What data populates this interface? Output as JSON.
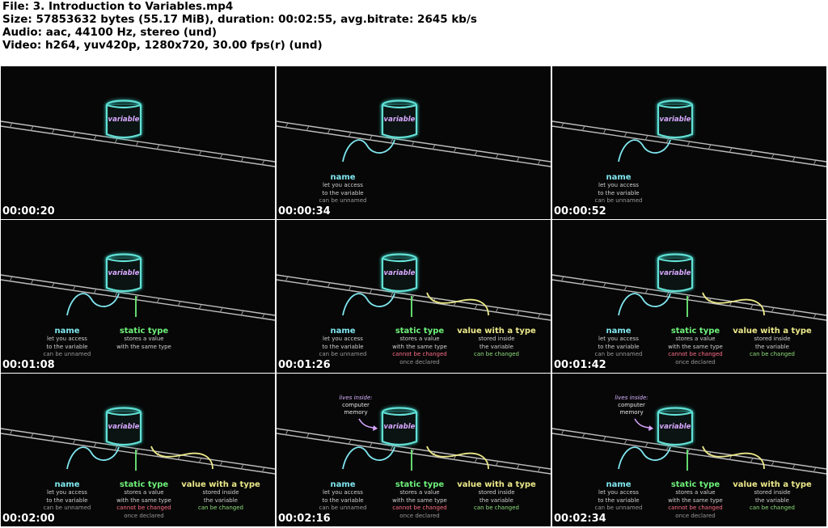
{
  "header": {
    "line1": "File: 3. Introduction to Variables.mp4",
    "line2": "Size: 57853632 bytes (55.17 MiB), duration: 00:02:55, avg.bitrate: 2645 kb/s",
    "line3": "Audio: aac, 44100 Hz, stereo (und)",
    "line4": "Video: h264, yuv420p, 1280x720, 30.00 fps(r) (und)"
  },
  "labels": {
    "variable": "variable",
    "name": "name",
    "name_line1": "let you access",
    "name_line2": "to the variable",
    "name_line3": "can be unnamed",
    "static_type": "static type",
    "static_line1": "stores a value",
    "static_line2": "with the same type",
    "static_line3": "cannot be changed",
    "static_line4": "once declared",
    "value_type": "value with a type",
    "value_line1": "stored inside",
    "value_line2": "the variable",
    "value_line3": "can be changed",
    "lives_inside": "lives inside:",
    "computer": "computer",
    "memory": "memory"
  },
  "frames": [
    {
      "timestamp": "00:00:20",
      "stage": 0
    },
    {
      "timestamp": "00:00:34",
      "stage": 1
    },
    {
      "timestamp": "00:00:52",
      "stage": 1
    },
    {
      "timestamp": "00:01:08",
      "stage": 2
    },
    {
      "timestamp": "00:01:26",
      "stage": 3
    },
    {
      "timestamp": "00:01:42",
      "stage": 3
    },
    {
      "timestamp": "00:02:00",
      "stage": 3
    },
    {
      "timestamp": "00:02:16",
      "stage": 4
    },
    {
      "timestamp": "00:02:34",
      "stage": 4
    }
  ],
  "colors": {
    "background": "#070707",
    "cylinder": "#63e0d6",
    "name": "#7fe6ef",
    "static_type": "#6ef07a",
    "value_type": "#ece98a",
    "variable_text": "#d8a8ff",
    "cannot_change": "#ff6f86"
  }
}
